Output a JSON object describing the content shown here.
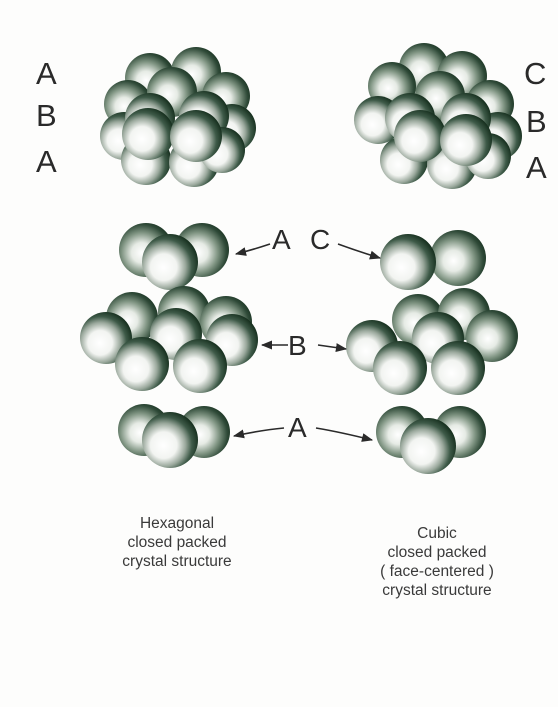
{
  "left_stack_labels": [
    "A",
    "B",
    "A"
  ],
  "right_stack_labels": [
    "C",
    "B",
    "A"
  ],
  "layer_labels": {
    "top_left": "A",
    "top_right": "C",
    "middle": "B",
    "bottom": "A"
  },
  "captions": {
    "hexagonal": [
      "Hexagonal",
      "closed packed",
      "crystal structure"
    ],
    "cubic": [
      "Cubic",
      "closed packed",
      "( face-centered )",
      "crystal structure"
    ]
  },
  "colors": {
    "sphere_dark": "#1f3b2c",
    "sphere_light": "#ffffff",
    "arrow": "#2a2a2a",
    "text": "#2a2a2a"
  }
}
